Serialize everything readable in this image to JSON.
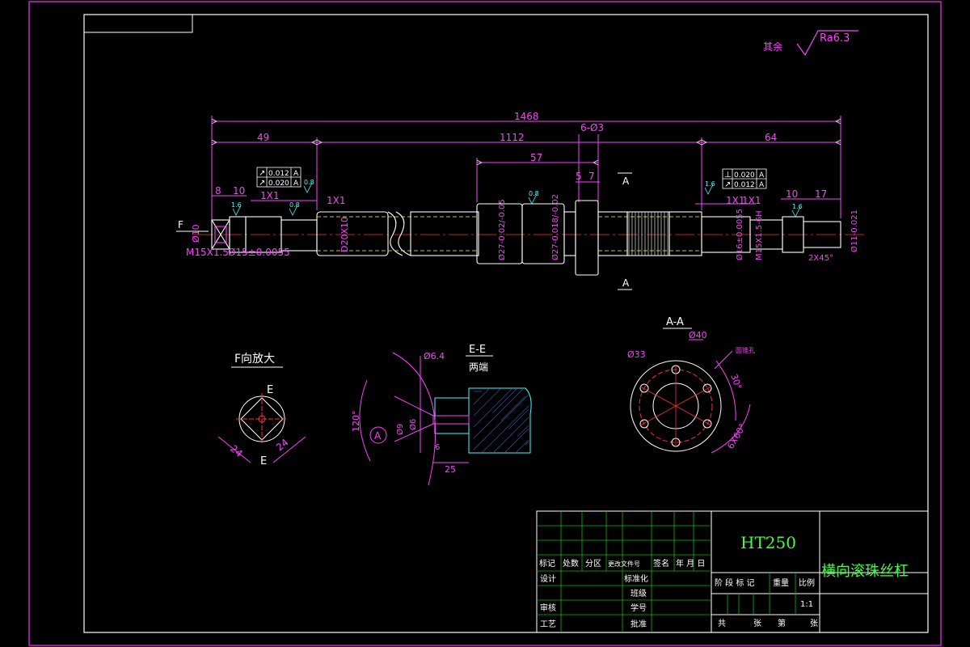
{
  "surface_note": {
    "label": "其余",
    "roughness": "Ra6.3"
  },
  "main_view": {
    "dims": {
      "overall": "1468",
      "left_seg": "49",
      "mid_seg": "1112",
      "right_seg": "64",
      "holes": "6-Ø3",
      "nut_len": "57",
      "d5": "5",
      "d7": "7",
      "d8": "8",
      "d10_left": "10",
      "d10_right": "10",
      "d17": "17",
      "chamfer_l1": "1X1",
      "chamfer_l2": "1X1",
      "chamfer_r1": "1X1",
      "chamfer_r2": "1X1",
      "phi10": "Ø10",
      "thread_left": "M15X1.5",
      "fit_left": "Ø15±0.0055",
      "spline": "D20X10",
      "phi27a": "Ø27-0.02/-0.05",
      "phi27b": "Ø27-0.018/-0.02",
      "phi16": "Ø16±0.0055",
      "thread_right": "M15X1.5-6H",
      "phi11": "Ø11-0.021",
      "chamfer_end": "2X45°"
    },
    "tolerances": {
      "left": [
        {
          "sym": "↗",
          "val": "0.012",
          "ref": "A"
        },
        {
          "sym": "↗",
          "val": "0.020",
          "ref": "A"
        }
      ],
      "right": [
        {
          "sym": "⊥",
          "val": "0.020",
          "ref": "A"
        },
        {
          "sym": "↗",
          "val": "0.012",
          "ref": "A"
        }
      ]
    },
    "roughness_marks": [
      "1.6",
      "0.8",
      "0.8",
      "0.8",
      "1.6",
      "1.6"
    ],
    "section_label": "A",
    "view_label": "F"
  },
  "view_f": {
    "title": "F向放大",
    "dim_a": "24",
    "dim_b": "24",
    "cut_label": "E"
  },
  "view_e": {
    "title": "E-E",
    "subtitle": "两端",
    "dims": {
      "hole": "Ø6.4",
      "angle": "120°",
      "d9": "Ø9",
      "d6": "Ø6",
      "d6b": "6",
      "len": "25"
    },
    "callout": "A"
  },
  "view_aa": {
    "title": "A-A",
    "dims": {
      "d40": "Ø40",
      "d33": "Ø33",
      "angle30": "30°",
      "holes": "6X60°",
      "note": "圆锥孔"
    }
  },
  "title_block": {
    "material": "HT250",
    "part_name": "横向滚珠丝杠",
    "header_row": [
      "标记",
      "处数",
      "分区",
      "更改文件号",
      "签名",
      "年 月 日"
    ],
    "left_rows": [
      "设计",
      "",
      "审核",
      "工艺"
    ],
    "mid_rows": [
      "标准化",
      "班级",
      "学号",
      "批准"
    ],
    "stage_row": [
      "阶 段 标 记",
      "重量",
      "比例"
    ],
    "scale": "1:1",
    "sheet_row": [
      "共",
      "张",
      "第",
      "张"
    ]
  }
}
